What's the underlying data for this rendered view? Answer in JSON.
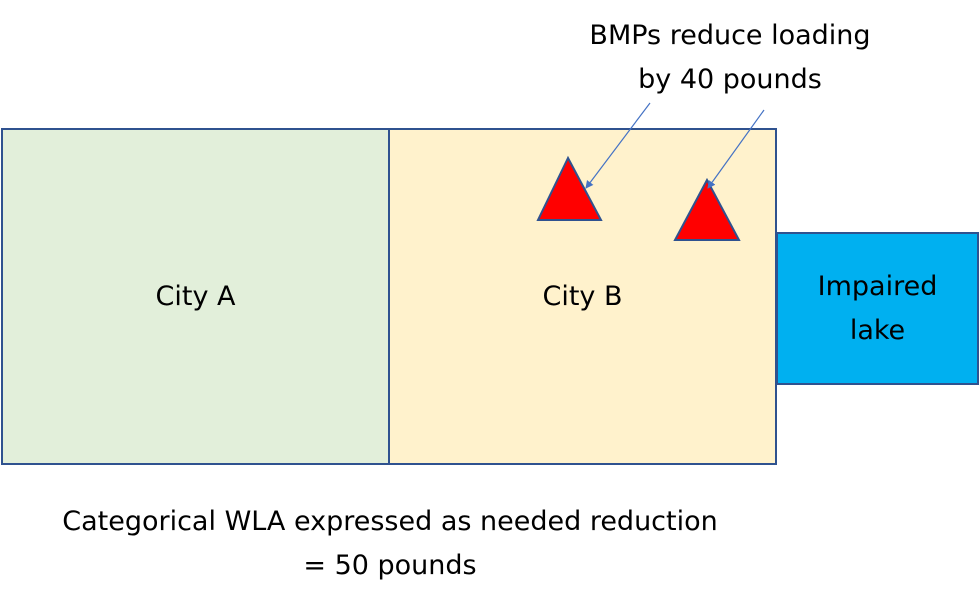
{
  "city_a": {
    "label": "City A",
    "color": "#e2efda"
  },
  "city_b": {
    "label": "City B",
    "color": "#fff2cc"
  },
  "lake": {
    "line1": "Impaired",
    "line2": "lake",
    "color": "#00b0f0"
  },
  "bmp_note": {
    "line1": "BMPs reduce loading",
    "line2": "by 40 pounds"
  },
  "wla_note": {
    "line1": "Categorical WLA expressed as needed reduction",
    "line2": "= 50 pounds"
  },
  "bmp_marker_color": "#ff0000"
}
